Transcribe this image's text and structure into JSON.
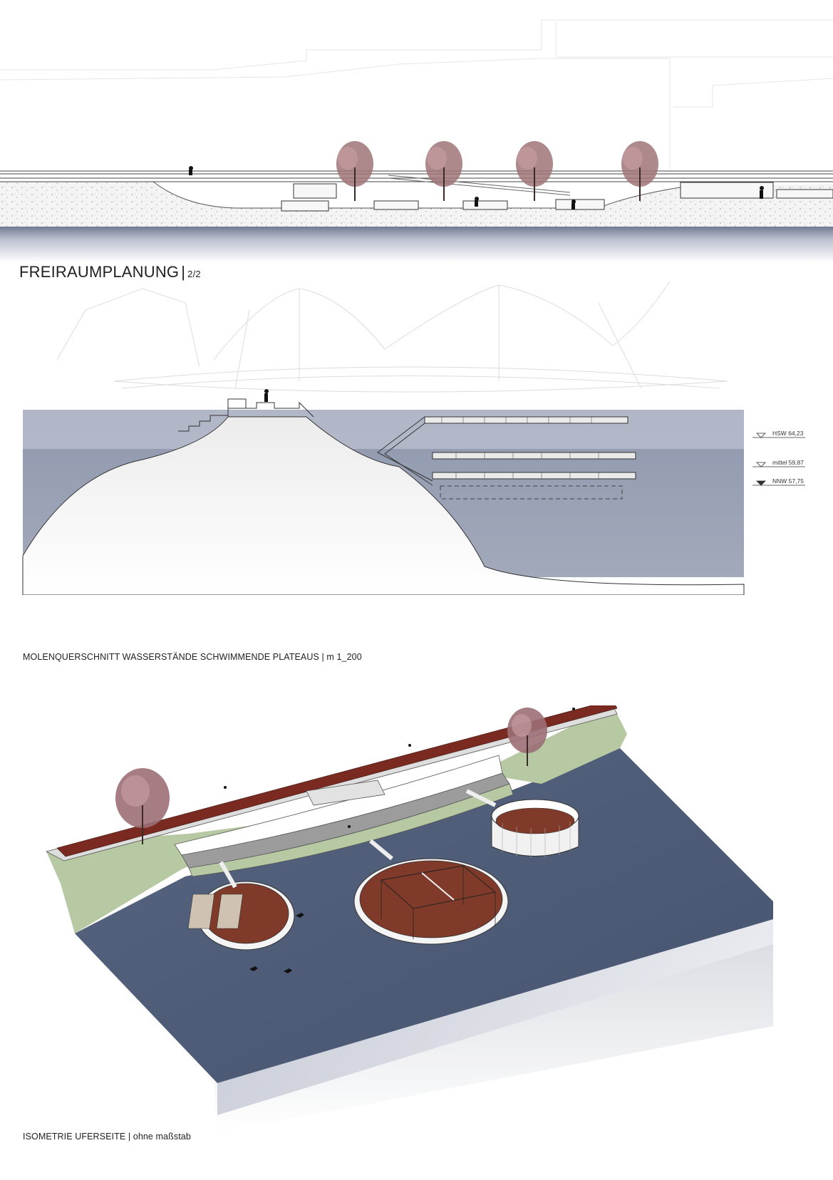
{
  "header": {
    "title": "FREIRAUMPLANUNG",
    "separator": "|",
    "page": "2/2"
  },
  "captions": {
    "section": "MOLENQUERSCHNITT WASSERSTÄNDE SCHWIMMENDE PLATEAUS | m 1_200",
    "isometry": "ISOMETRIE UFERSEITE | ohne maßstab"
  },
  "water_levels": [
    {
      "label": "HSW 64,23"
    },
    {
      "label": "mittel 59,87"
    },
    {
      "label": "NNW 57,75"
    }
  ],
  "colors": {
    "water": "#4e5d78",
    "water_section": "#9aa2b6",
    "path_red": "#7a2a20",
    "lawn": "#b7c9a3",
    "tree": "#9b6f74",
    "court": "#7f3a2a"
  }
}
